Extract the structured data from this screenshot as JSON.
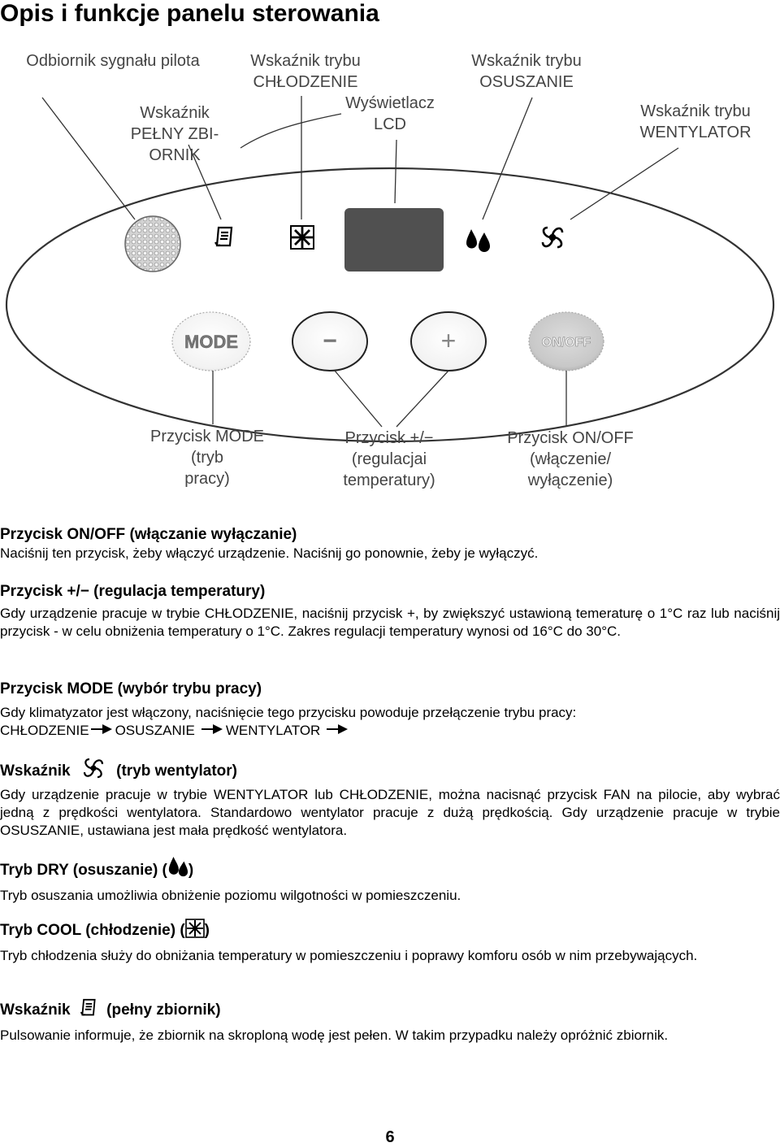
{
  "page": {
    "title": "Opis i funkcje panelu sterowania",
    "page_number": "6"
  },
  "diagram": {
    "top_labels": {
      "remote_receiver": [
        "Odbiornik sygnału pilota"
      ],
      "full_tank": [
        "Wskaźnik",
        "PEŁNY ZBI-",
        "ORNIK"
      ],
      "cool_mode": [
        "Wskaźnik trybu",
        "CHŁODZENIE"
      ],
      "lcd": [
        "Wyświetlacz",
        "LCD"
      ],
      "dry_mode": [
        "Wskaźnik trybu",
        "OSUSZANIE"
      ],
      "fan_mode": [
        "Wskaźnik trybu",
        "WENTYLATOR"
      ]
    },
    "buttons": {
      "mode": "MODE",
      "minus": "−",
      "plus": "+",
      "onoff": "ON/OFF"
    },
    "bottom_labels": {
      "mode_button": [
        "Przycisk MODE",
        "(tryb",
        "pracy)"
      ],
      "temp_buttons": [
        "Przycisk +/−",
        "(regulacjai",
        "temperatury)"
      ],
      "onoff_button": [
        "Przycisk ON/OFF",
        "(włączenie/",
        "wyłączenie)"
      ]
    },
    "icons": [
      "receiver-icon",
      "full-tank-icon",
      "snowflake-icon",
      "lcd-display",
      "drops-icon",
      "fan-icon"
    ]
  },
  "sections": {
    "onoff": {
      "heading": "Przycisk ON/OFF (włączanie wyłączanie)",
      "body": "Naciśnij ten przycisk, żeby włączyć urządzenie. Naciśnij go ponownie, żeby je wyłączyć."
    },
    "temp": {
      "heading": "Przycisk +/− (regulacja temperatury)",
      "body": "Gdy urządzenie pracuje w trybie CHŁODZENIE, naciśnij przycisk +, by zwiększyć ustawioną temeraturę o 1°C raz lub naciśnij przycisk - w celu obniżenia temperatury o 1°C. Zakres regulacji temperatury wynosi od 16°C do 30°C."
    },
    "mode": {
      "heading": "Przycisk MODE (wybór trybu pracy)",
      "body": "Gdy klimatyzator jest włączony, naciśnięcie tego przycisku powoduje przełączenie trybu pracy:",
      "flow": [
        "CHŁODZENIE",
        "OSUSZANIE",
        "WENTYLATOR"
      ]
    },
    "fan": {
      "heading_pre": "Wskaźnik",
      "heading_post": "(tryb wentylator)",
      "body": "Gdy urządzenie pracuje w trybie WENTYLATOR lub CHŁODZENIE, można nacisnąć przycisk FAN na pilocie, aby wybrać jedną z prędkości wentylatora. Standardowo wentylator pracuje z dużą prędkością. Gdy urządzenie pracuje w trybie OSUSZANIE, ustawiana jest mała prędkość wentylatora."
    },
    "dry": {
      "heading_pre": "Tryb DRY (osuszanie) (",
      "heading_post": ")",
      "body": "Tryb osuszania umożliwia obniżenie poziomu wilgotności w pomieszczeniu."
    },
    "cool": {
      "heading_pre": "Tryb COOL (chłodzenie) (",
      "heading_post": ")",
      "body": "Tryb chłodzenia służy do obniżania temperatury w pomieszczeniu i poprawy komforu osób w nim przebywających."
    },
    "tank": {
      "heading_pre": "Wskaźnik",
      "heading_post": "(pełny zbiornik)",
      "body": "Pulsowanie informuje, że zbiornik na skroploną wodę jest pełen. W takim przypadku należy opróżnić zbiornik."
    }
  }
}
